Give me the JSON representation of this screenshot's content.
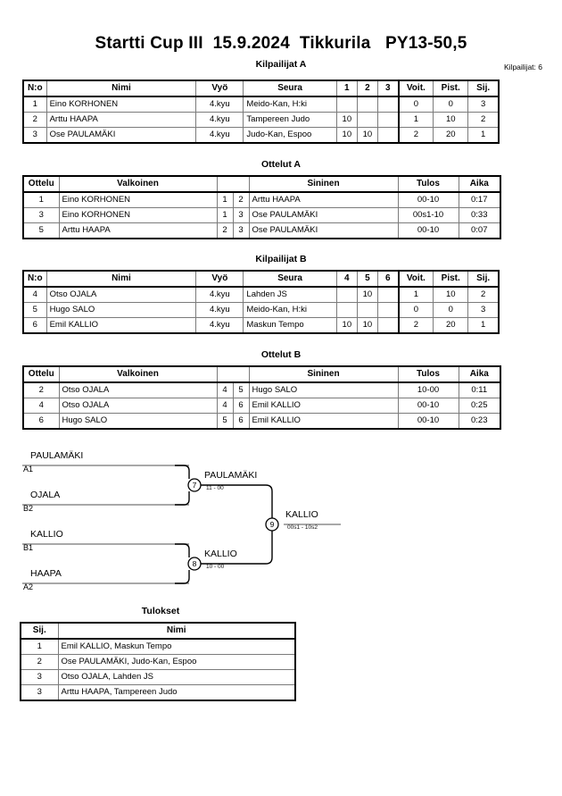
{
  "header": {
    "title": "Startti Cup III  15.9.2024  Tikkurila   PY13-50,5",
    "entrants_label": "Kilpailijat: 6"
  },
  "pool_a": {
    "caption": "Kilpailijat A",
    "columns": [
      "N:o",
      "Nimi",
      "Vyö",
      "Seura",
      "1",
      "2",
      "3",
      "Voit.",
      "Pist.",
      "Sij."
    ],
    "rows": [
      {
        "no": "1",
        "name": "Eino KORHONEN",
        "belt": "4.kyu",
        "club": "Meido-Kan, H:ki",
        "m1": "",
        "m2": "",
        "m3": "",
        "wins": "0",
        "points": "0",
        "rank": "3"
      },
      {
        "no": "2",
        "name": "Arttu HAAPA",
        "belt": "4.kyu",
        "club": "Tampereen Judo",
        "m1": "10",
        "m2": "",
        "m3": "",
        "wins": "1",
        "points": "10",
        "rank": "2"
      },
      {
        "no": "3",
        "name": "Ose PAULAMÄKI",
        "belt": "4.kyu",
        "club": "Judo-Kan, Espoo",
        "m1": "10",
        "m2": "10",
        "m3": "",
        "wins": "2",
        "points": "20",
        "rank": "1"
      }
    ]
  },
  "matches_a": {
    "caption": "Ottelut A",
    "columns": [
      "Ottelu",
      "Valkoinen",
      "",
      "",
      "Sininen",
      "Tulos",
      "Aika"
    ],
    "rows": [
      {
        "no": "1",
        "white": "Eino KORHONEN",
        "wn": "1",
        "bn": "2",
        "blue": "Arttu HAAPA",
        "result": "00-10",
        "time": "0:17"
      },
      {
        "no": "3",
        "white": "Eino KORHONEN",
        "wn": "1",
        "bn": "3",
        "blue": "Ose PAULAMÄKI",
        "result": "00s1-10",
        "time": "0:33"
      },
      {
        "no": "5",
        "white": "Arttu HAAPA",
        "wn": "2",
        "bn": "3",
        "blue": "Ose PAULAMÄKI",
        "result": "00-10",
        "time": "0:07"
      }
    ]
  },
  "pool_b": {
    "caption": "Kilpailijat B",
    "columns": [
      "N:o",
      "Nimi",
      "Vyö",
      "Seura",
      "4",
      "5",
      "6",
      "Voit.",
      "Pist.",
      "Sij."
    ],
    "rows": [
      {
        "no": "4",
        "name": "Otso OJALA",
        "belt": "4.kyu",
        "club": "Lahden JS",
        "m1": "",
        "m2": "10",
        "m3": "",
        "wins": "1",
        "points": "10",
        "rank": "2"
      },
      {
        "no": "5",
        "name": "Hugo SALO",
        "belt": "4.kyu",
        "club": "Meido-Kan, H:ki",
        "m1": "",
        "m2": "",
        "m3": "",
        "wins": "0",
        "points": "0",
        "rank": "3"
      },
      {
        "no": "6",
        "name": "Emil KALLIO",
        "belt": "4.kyu",
        "club": "Maskun Tempo",
        "m1": "10",
        "m2": "10",
        "m3": "",
        "wins": "2",
        "points": "20",
        "rank": "1"
      }
    ]
  },
  "matches_b": {
    "caption": "Ottelut B",
    "columns": [
      "Ottelu",
      "Valkoinen",
      "",
      "",
      "Sininen",
      "Tulos",
      "Aika"
    ],
    "rows": [
      {
        "no": "2",
        "white": "Otso OJALA",
        "wn": "4",
        "bn": "5",
        "blue": "Hugo SALO",
        "result": "10-00",
        "time": "0:11"
      },
      {
        "no": "4",
        "white": "Otso OJALA",
        "wn": "4",
        "bn": "6",
        "blue": "Emil KALLIO",
        "result": "00-10",
        "time": "0:25"
      },
      {
        "no": "6",
        "white": "Hugo SALO",
        "wn": "5",
        "bn": "6",
        "blue": "Emil KALLIO",
        "result": "00-10",
        "time": "0:23"
      }
    ]
  },
  "bracket": {
    "entrants": [
      {
        "name": "PAULAMÄKI",
        "seed": "A1"
      },
      {
        "name": "OJALA",
        "seed": "B2"
      },
      {
        "name": "KALLIO",
        "seed": "B1"
      },
      {
        "name": "HAAPA",
        "seed": "A2"
      }
    ],
    "semifinals": [
      {
        "number": "7",
        "winner": "PAULAMÄKI",
        "score": "11 - 00"
      },
      {
        "number": "8",
        "winner": "KALLIO",
        "score": "10 - 00"
      }
    ],
    "final": {
      "number": "9",
      "winner": "KALLIO",
      "score": "00s1 - 10s2"
    }
  },
  "results": {
    "caption": "Tulokset",
    "columns": [
      "Sij.",
      "Nimi"
    ],
    "rows": [
      {
        "rank": "1",
        "name": "Emil KALLIO, Maskun Tempo"
      },
      {
        "rank": "2",
        "name": "Ose PAULAMÄKI, Judo-Kan, Espoo"
      },
      {
        "rank": "3",
        "name": "Otso OJALA, Lahden JS"
      },
      {
        "rank": "3",
        "name": "Arttu HAAPA, Tampereen Judo"
      }
    ]
  }
}
